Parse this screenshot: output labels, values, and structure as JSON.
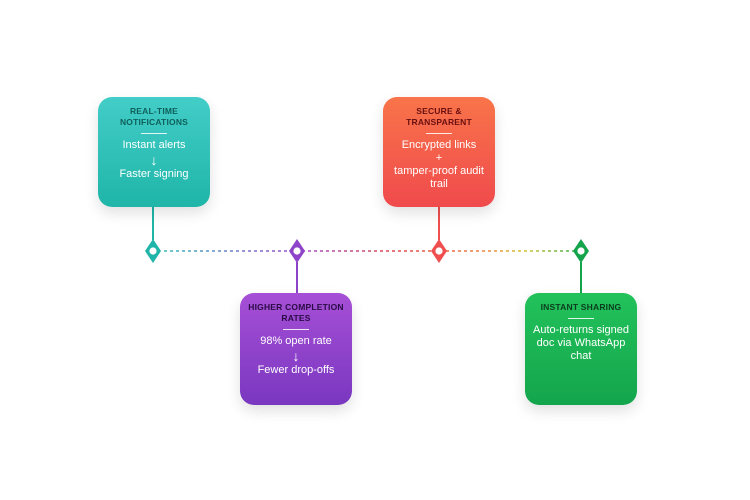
{
  "cards": {
    "realtime": {
      "title": "REAL-TIME NOTIFICATIONS",
      "lines": [
        "Instant alerts",
        "Faster signing"
      ]
    },
    "secure": {
      "title": "SECURE & TRANSPARENT",
      "lines": [
        "Encrypted links",
        "+",
        "tamper-proof audit trail"
      ]
    },
    "completion": {
      "title": "HIGHER COMPLETION RATES",
      "lines": [
        "98% open rate",
        "Fewer drop-offs"
      ]
    },
    "sharing": {
      "title": "INSTANT SHARING",
      "lines": [
        "Auto-returns signed doc via WhatsApp chat"
      ]
    }
  },
  "colors": {
    "teal": "#1fb5a8",
    "purple": "#8e44c8",
    "red": "#ef4f4f",
    "green": "#14a54c"
  },
  "icons": {
    "arrow": "down-arrow-icon",
    "pin": "map-pin-icon"
  }
}
